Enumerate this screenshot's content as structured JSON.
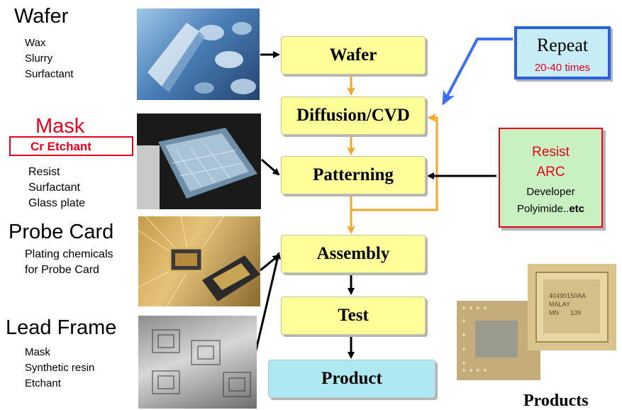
{
  "flow": {
    "wafer": "Wafer",
    "diffusion": "Diffusion/CVD",
    "patterning": "Patterning",
    "assembly": "Assembly",
    "test": "Test",
    "product": "Product"
  },
  "left": {
    "wafer": {
      "title": "Wafer",
      "items": [
        "Wax",
        "Slurry",
        "Surfactant"
      ]
    },
    "mask": {
      "title": "Mask",
      "highlight": "Cr Etchant",
      "items": [
        "Resist",
        "Surfactant",
        "Glass plate"
      ]
    },
    "probe_card": {
      "title": "Probe Card",
      "items": [
        "Plating chemicals",
        "for Probe Card"
      ]
    },
    "lead_frame": {
      "title": "Lead Frame",
      "items": [
        "Mask",
        "Synthetic resin",
        "Etchant"
      ]
    }
  },
  "repeat": {
    "title": "Repeat",
    "times": "20-40 times"
  },
  "resist_box": {
    "line1": "Resist",
    "line2": "ARC",
    "line3": "Developer",
    "line4_a": "Polyimide..",
    "line4_b": "etc"
  },
  "products_caption": "Products",
  "chip_marking": {
    "line1": "40490150AA",
    "line2": "MALAY",
    "line3": "MN",
    "line4": "109"
  },
  "colors": {
    "node_fill": "#ffff99",
    "product_fill": "#aee9f2",
    "orange_arrow": "#f5a623",
    "blue_arrow": "#3b6ff0",
    "red": "#e8001c",
    "resist_box_fill": "#c8f0c0"
  }
}
